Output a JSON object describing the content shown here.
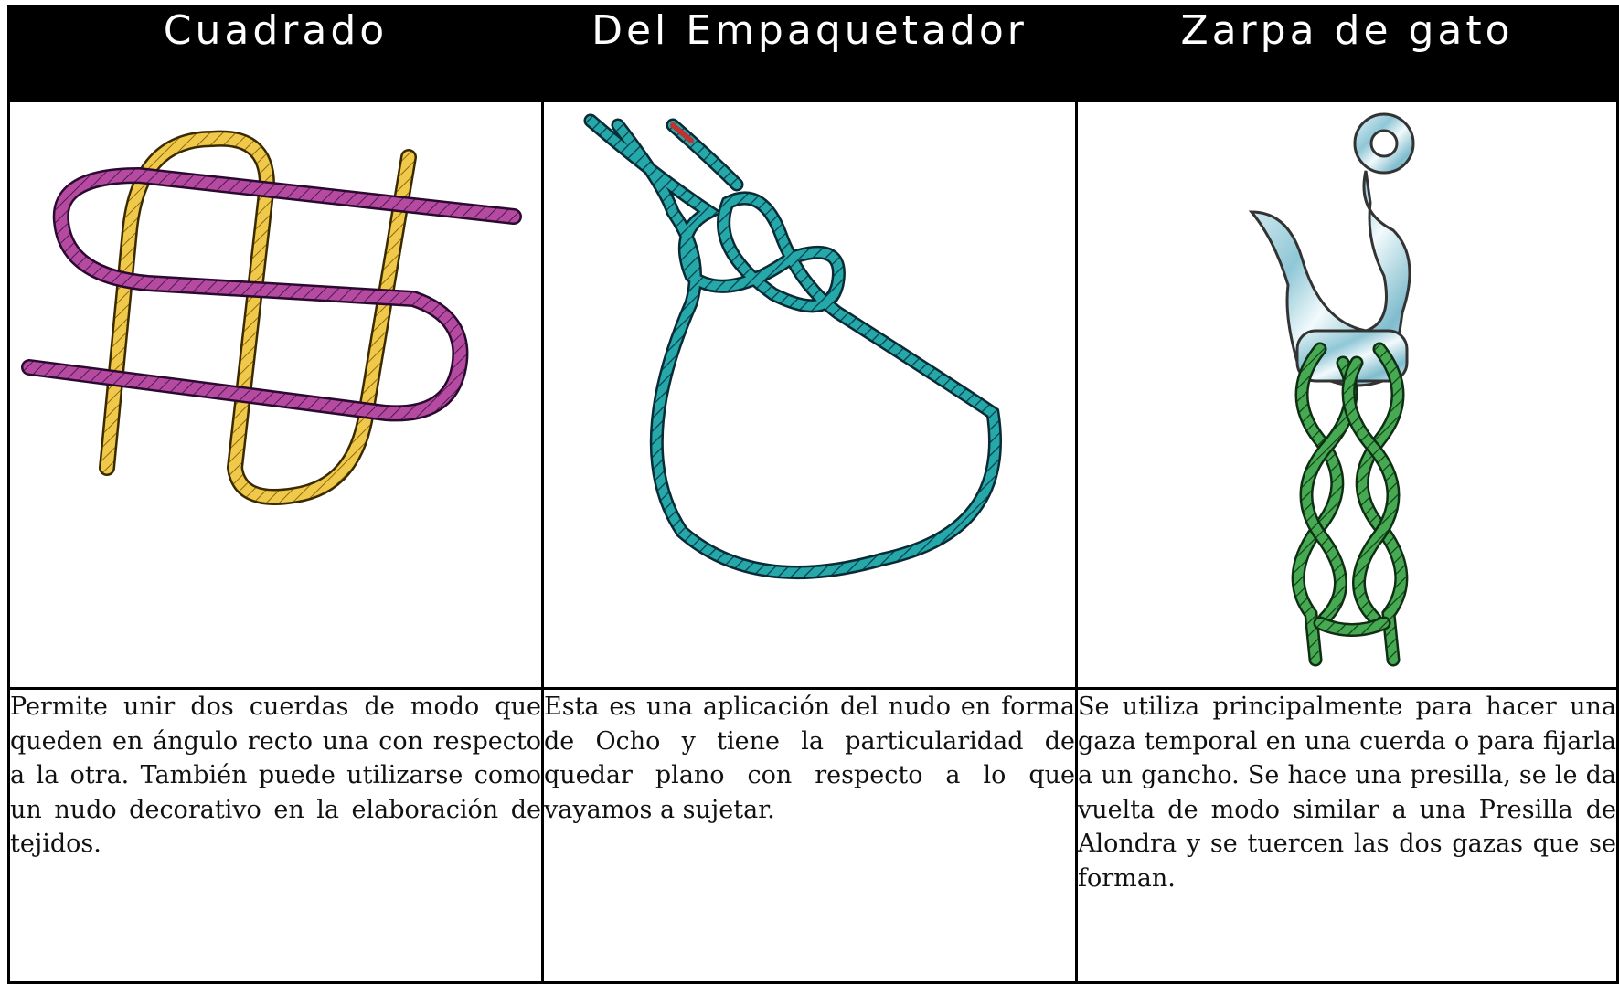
{
  "knots": [
    {
      "name": "Cuadrado",
      "image_icon": "square-knot-illustration",
      "rope_colors": [
        "#e8c24a",
        "#b24a9c"
      ],
      "description": "Permite unir dos cuerdas de modo que queden en ángulo recto una con respecto a la otra. También puede utilizarse como un nudo decorativo en la elaboración de tejidos."
    },
    {
      "name": "Del Empaquetador",
      "image_icon": "packers-knot-illustration",
      "rope_colors": [
        "#1e9a9a"
      ],
      "description": "Esta es una aplicación del nudo en forma de Ocho y tiene la particularidad de quedar plano con respecto a lo que vayamos a sujetar."
    },
    {
      "name": "Zarpa de gato",
      "image_icon": "cats-paw-hook-illustration",
      "rope_colors": [
        "#3a9a46",
        "#8fc7d6"
      ],
      "description": "Se utiliza principalmente para hacer una gaza temporal en una cuerda o para fijarla a un gancho. Se hace una presilla, se le da vuelta de modo similar a una Presilla de Alondra y se tuercen las dos gazas que se forman."
    }
  ]
}
